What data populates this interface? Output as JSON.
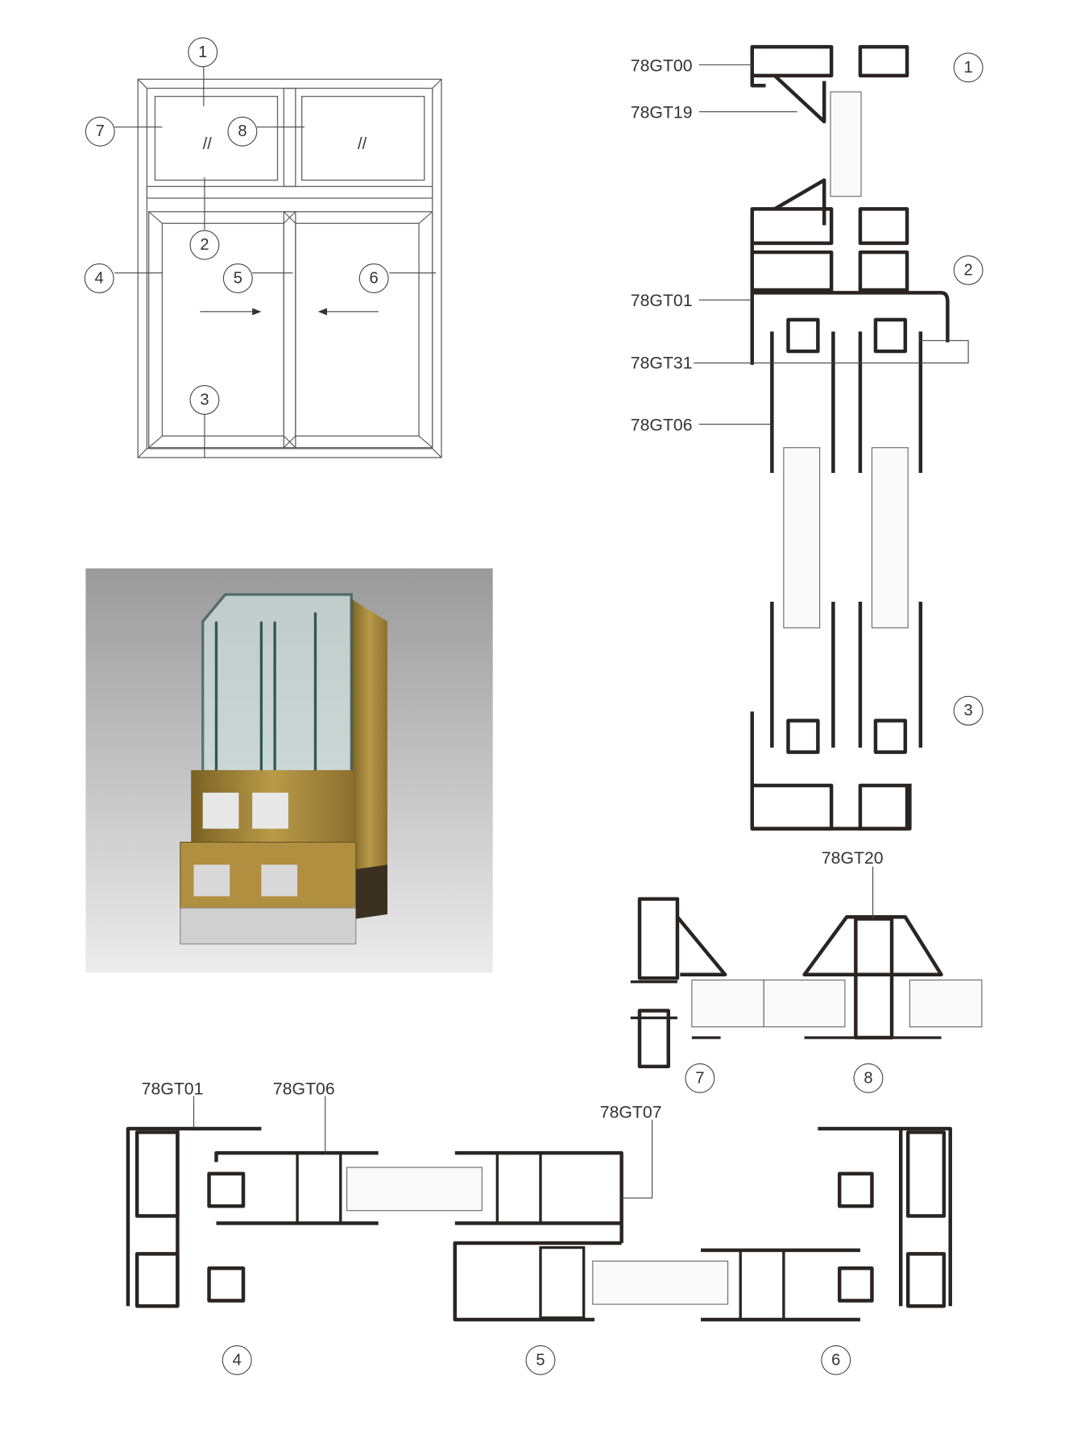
{
  "elevation": {
    "callouts": [
      "1",
      "2",
      "3",
      "4",
      "5",
      "6",
      "7",
      "8"
    ],
    "glass_mark": "//"
  },
  "vertical_section": {
    "labels": [
      "78GT00",
      "78GT19",
      "78GT01",
      "78GT31",
      "78GT06"
    ],
    "callouts": [
      "1",
      "2",
      "3"
    ]
  },
  "transom_section": {
    "label": "78GT20",
    "callouts": [
      "7",
      "8"
    ]
  },
  "horizontal_section": {
    "labels": [
      "78GT01",
      "78GT06",
      "78GT07"
    ],
    "callouts": [
      "4",
      "5",
      "6"
    ]
  },
  "render": {
    "background_top": "#9a9a9a",
    "background_bottom": "#e8e8e8",
    "profile_gold": "#a88a3a",
    "glass_tint": "#cfe0de"
  }
}
